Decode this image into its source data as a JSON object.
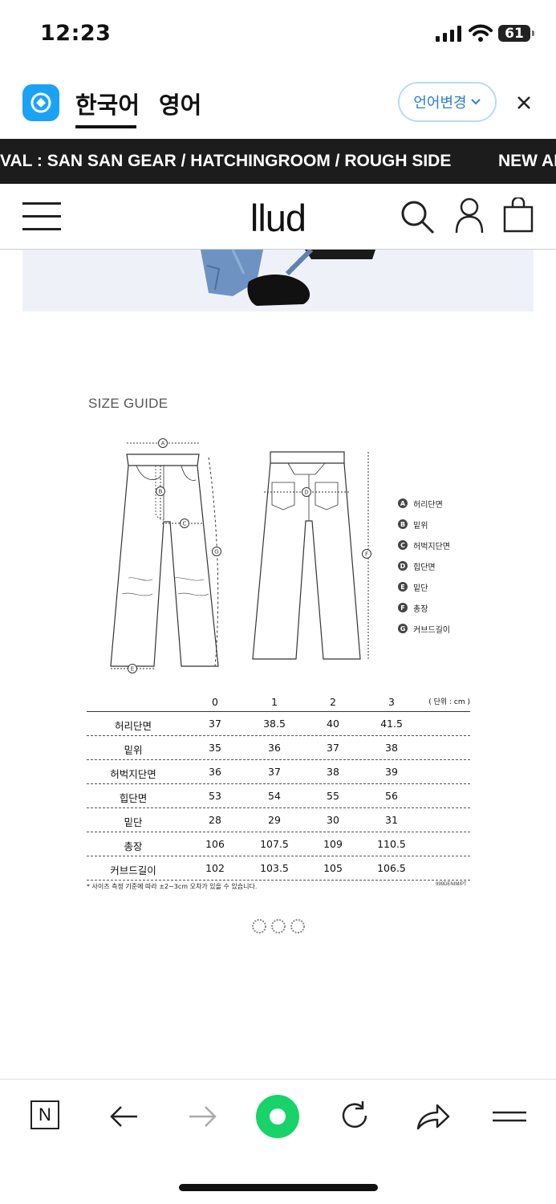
{
  "status_bar": {
    "time": "12:23",
    "battery": "61"
  },
  "translate_bar": {
    "tab_korean": "한국어",
    "tab_english": "영어",
    "change_language": "언어변경",
    "close": "×"
  },
  "marquee": {
    "text": "VAL : SAN SAN GEAR / HATCHINGROOM / ROUGH SIDE",
    "text_next": "NEW AR"
  },
  "site": {
    "logo": "llud"
  },
  "size_guide": {
    "title": "SIZE GUIDE",
    "legend": [
      {
        "badge": "A",
        "label": "허리단면"
      },
      {
        "badge": "B",
        "label": "밑위"
      },
      {
        "badge": "C",
        "label": "허벅지단면"
      },
      {
        "badge": "D",
        "label": "힙단면"
      },
      {
        "badge": "E",
        "label": "밑단"
      },
      {
        "badge": "F",
        "label": "총장"
      },
      {
        "badge": "G",
        "label": "커브드길이"
      }
    ],
    "diagram_badges": {
      "a": "A",
      "b": "B",
      "c": "C",
      "d": "D",
      "e": "E",
      "f": "F",
      "g": "G"
    },
    "table": {
      "sizes": [
        "0",
        "1",
        "2",
        "3"
      ],
      "unit": "( 단위 : cm )",
      "rows": [
        {
          "label": "허리단면",
          "values": [
            "37",
            "38.5",
            "40",
            "41.5"
          ]
        },
        {
          "label": "밑위",
          "values": [
            "35",
            "36",
            "37",
            "38"
          ]
        },
        {
          "label": "허벅지단면",
          "values": [
            "36",
            "37",
            "38",
            "39"
          ]
        },
        {
          "label": "힙단면",
          "values": [
            "53",
            "54",
            "55",
            "56"
          ]
        },
        {
          "label": "밑단",
          "values": [
            "28",
            "29",
            "30",
            "31"
          ]
        },
        {
          "label": "총장",
          "values": [
            "106",
            "107.5",
            "109",
            "110.5"
          ]
        },
        {
          "label": "커브드길이",
          "values": [
            "102",
            "103.5",
            "105",
            "106.5"
          ]
        }
      ]
    },
    "note": "* 사이즈 측정 기준에 따라 ±2~3cm 오차가 있을 수 있습니다.",
    "product_code": "999DENIM/PT"
  },
  "bottom_nav": {
    "n_label": "N"
  }
}
